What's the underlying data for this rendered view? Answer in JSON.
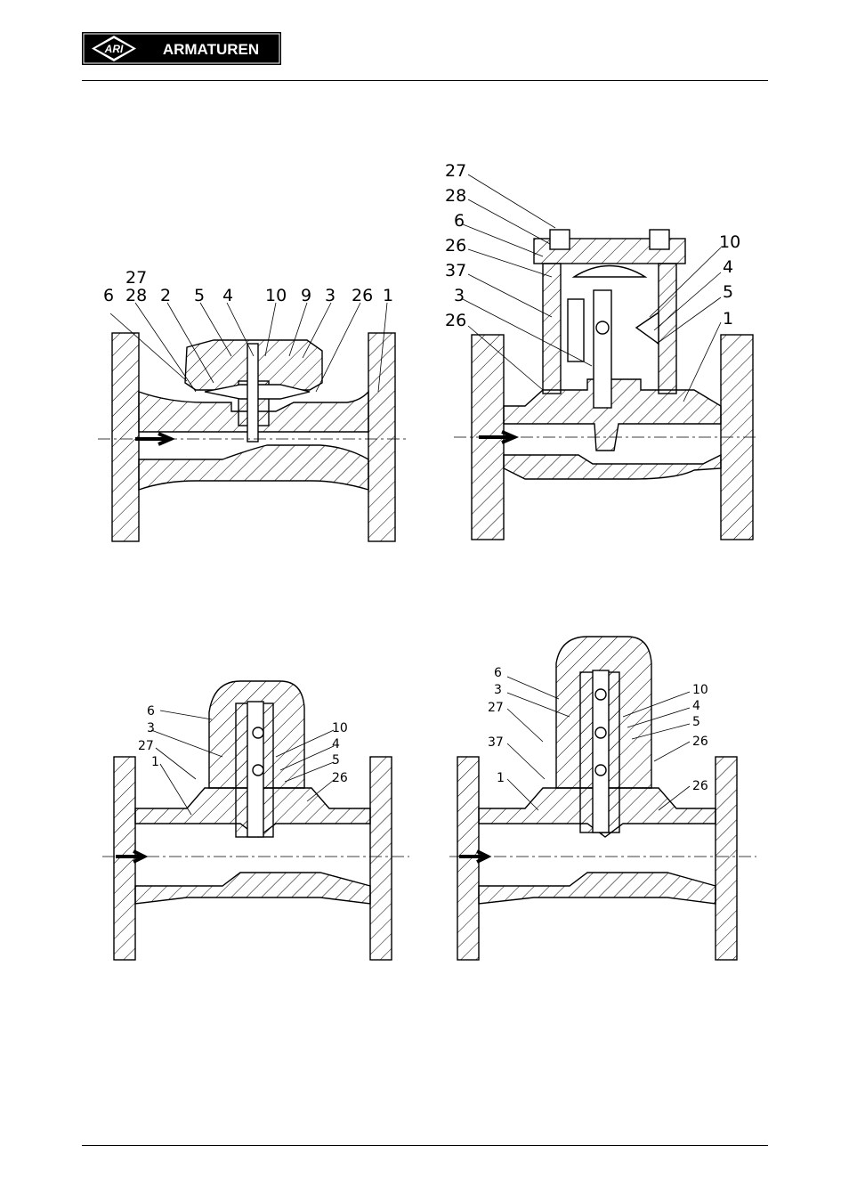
{
  "header": {
    "logo_initials": "ARI",
    "logo_text": "ARMATUREN"
  },
  "figures": [
    {
      "labels": [
        "27",
        "6",
        "28",
        "2",
        "5",
        "4",
        "10",
        "9",
        "3",
        "26",
        "1"
      ]
    },
    {
      "labels": [
        "27",
        "28",
        "6",
        "26",
        "37",
        "3",
        "26",
        "10",
        "4",
        "5",
        "1"
      ]
    },
    {
      "labels": [
        "6",
        "3",
        "27",
        "1",
        "10",
        "4",
        "5",
        "26"
      ]
    },
    {
      "labels": [
        "6",
        "3",
        "27",
        "37",
        "1",
        "10",
        "4",
        "5",
        "26",
        "26"
      ]
    }
  ]
}
